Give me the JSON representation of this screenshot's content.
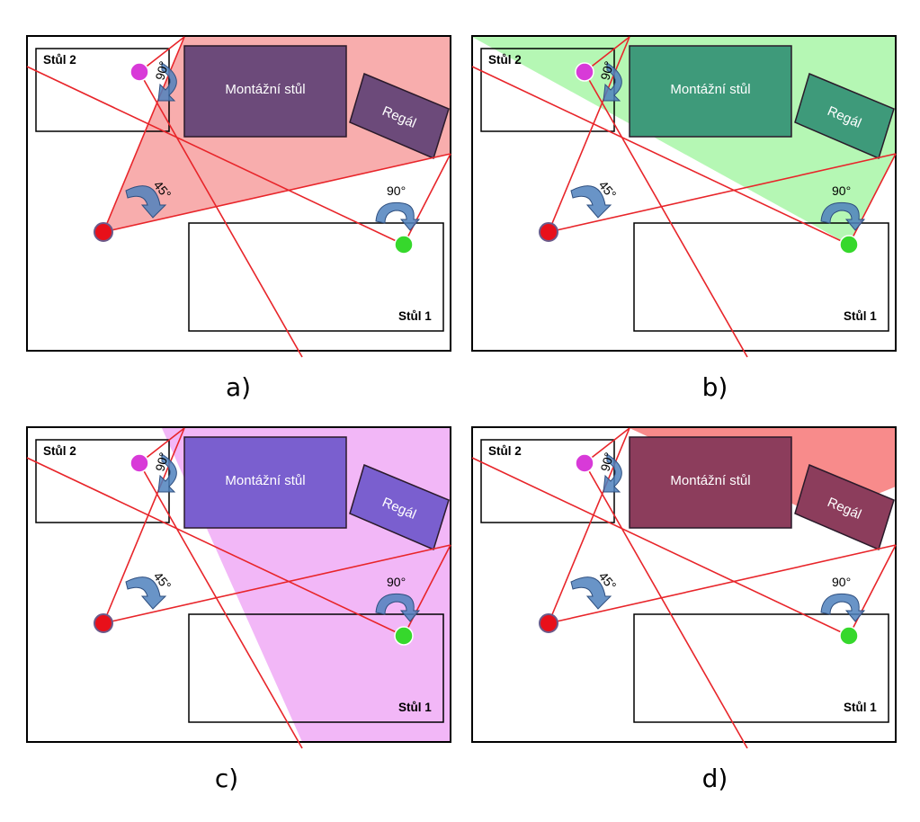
{
  "panels": [
    {
      "caption": "a)",
      "zone_color": "#f25c5c",
      "zone_opacity": 0.5,
      "furniture_fill": "#6c4a7a",
      "zone": "a"
    },
    {
      "caption": "b)",
      "zone_color": "#6cf06a",
      "zone_opacity": 0.5,
      "furniture_fill": "#3e9a7a",
      "zone": "b"
    },
    {
      "caption": "c)",
      "zone_color": "#e77cf0",
      "zone_opacity": 0.55,
      "furniture_fill": "#7a5fcf",
      "zone": "c"
    },
    {
      "caption": "d)",
      "zone_color": "#f44d4d",
      "zone_opacity": 0.65,
      "furniture_fill": "#8c3d5c",
      "zone": "d"
    }
  ],
  "labels": {
    "table1": "Stůl 1",
    "table2": "Stůl 2",
    "assembly_table": "Montážní stůl",
    "shelf": "Regál",
    "angle_red": "45°",
    "angle_magenta": "90°",
    "angle_green": "90°"
  },
  "colors": {
    "line": "#e8252a",
    "camera_red": "#e8101a",
    "camera_magenta": "#d83ad8",
    "camera_green": "#36d82c",
    "arrow": "#4f81bd",
    "outline": "#000000"
  },
  "icons": {
    "camera": "circle",
    "rotation": "curved-arrow"
  }
}
